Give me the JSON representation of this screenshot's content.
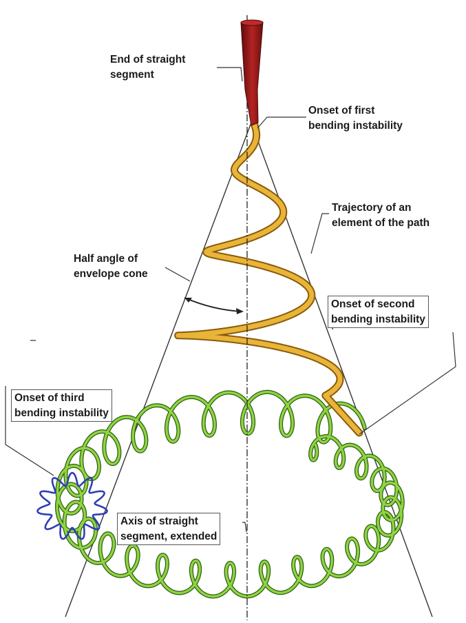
{
  "labels": {
    "end_straight": "End of straight\nsegment",
    "onset_first": "Onset of first\nbending instability",
    "trajectory": "Trajectory of an\nelement of the path",
    "half_angle": "Half angle of\nenvelope cone",
    "onset_second": "Onset of second\nbending instability",
    "onset_third": "Onset of third\nbending instability",
    "axis": "Axis of straight\nsegment, extended"
  },
  "colors": {
    "straight_segment": "#a31a1a",
    "first_coil": "#e8b43a",
    "second_coil": "#8fd442",
    "third_coil": "#2f3fb4",
    "lines": "#333333"
  }
}
